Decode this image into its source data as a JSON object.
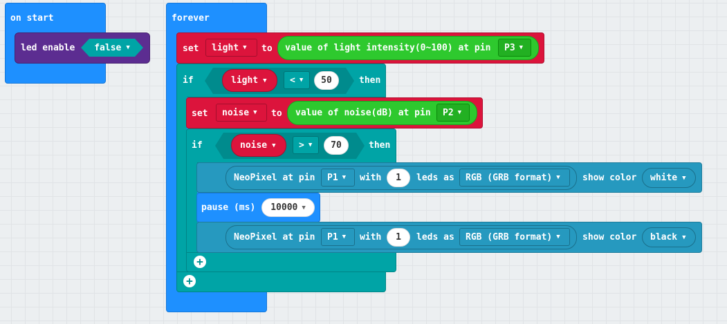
{
  "on_start": {
    "label": "on start",
    "led_enable": {
      "label": "led enable",
      "value": "false"
    }
  },
  "forever": {
    "label": "forever",
    "set_light": {
      "set": "set",
      "var": "light",
      "to": "to",
      "reporter": "value of light intensity(0~100) at pin",
      "pin": "P3"
    },
    "if_light": {
      "if": "if",
      "var": "light",
      "op": "<",
      "value": "50",
      "then": "then",
      "set_noise": {
        "set": "set",
        "var": "noise",
        "to": "to",
        "reporter": "value of noise(dB) at pin",
        "pin": "P2"
      },
      "if_noise": {
        "if": "if",
        "var": "noise",
        "op": ">",
        "value": "70",
        "then": "then",
        "neo1": {
          "label": "NeoPixel at pin",
          "pin": "P1",
          "with": "with",
          "leds_count": "1",
          "leds_as": "leds as",
          "format": "RGB (GRB format)",
          "show": "show color",
          "color": "white"
        },
        "pause": {
          "label": "pause (ms)",
          "value": "10000"
        },
        "neo2": {
          "label": "NeoPixel at pin",
          "pin": "P1",
          "with": "with",
          "leds_count": "1",
          "leds_as": "leds as",
          "format": "RGB (GRB format)",
          "show": "show color",
          "color": "black"
        }
      }
    }
  },
  "icons": {
    "dropdown": "▼",
    "add": "+"
  },
  "colors": {
    "events": "#1e90ff",
    "variables": "#dc143c",
    "logic": "#00a4a6",
    "sensor": "#2ec92e",
    "neopixel": "#2699bf",
    "purple": "#5c2d91"
  }
}
